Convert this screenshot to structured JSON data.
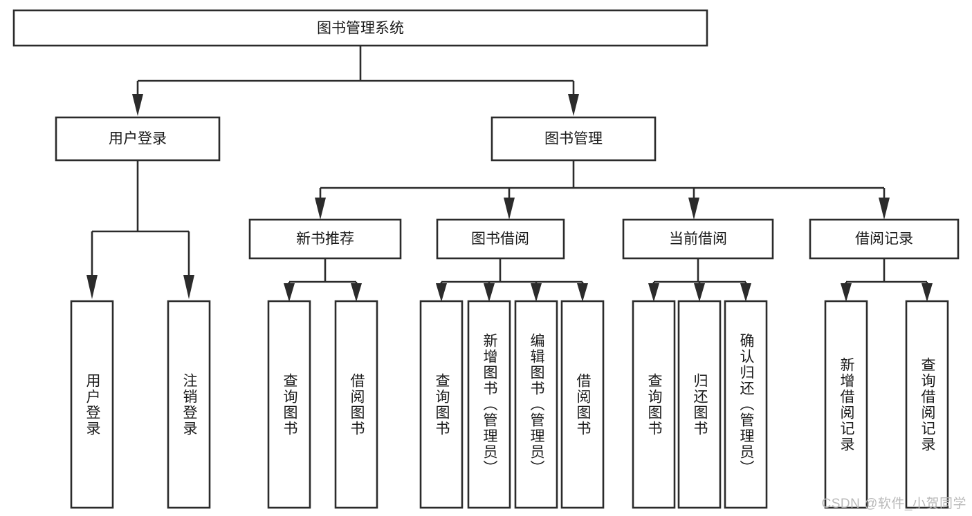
{
  "diagram": {
    "type": "tree-hierarchy",
    "title": "图书管理系统",
    "watermark": "CSDN @软件_小贺同学",
    "colors": {
      "box_stroke": "#2b2b2b",
      "box_fill": "#ffffff",
      "text": "#1a1a1a",
      "background": "#ffffff",
      "watermark": "#b9b9b9"
    },
    "levels": {
      "root": {
        "label": "图书管理系统"
      },
      "level2": [
        {
          "label": "用户登录"
        },
        {
          "label": "图书管理"
        }
      ],
      "level3": [
        {
          "label": "新书推荐"
        },
        {
          "label": "图书借阅"
        },
        {
          "label": "当前借阅"
        },
        {
          "label": "借阅记录"
        }
      ],
      "leaves": [
        {
          "label": "用户登录",
          "parent": "用户登录"
        },
        {
          "label": "注销登录",
          "parent": "用户登录"
        },
        {
          "label": "查询图书",
          "parent": "新书推荐"
        },
        {
          "label": "借阅图书",
          "parent": "新书推荐"
        },
        {
          "label": "查询图书",
          "parent": "图书借阅"
        },
        {
          "label": "新增图书（管理员）",
          "parent": "图书借阅"
        },
        {
          "label": "编辑图书（管理员）",
          "parent": "图书借阅"
        },
        {
          "label": "借阅图书",
          "parent": "图书借阅"
        },
        {
          "label": "查询图书",
          "parent": "当前借阅"
        },
        {
          "label": "归还图书",
          "parent": "当前借阅"
        },
        {
          "label": "确认归还（管理员）",
          "parent": "当前借阅"
        },
        {
          "label": "新增借阅记录",
          "parent": "借阅记录"
        },
        {
          "label": "查询借阅记录",
          "parent": "借阅记录"
        }
      ]
    }
  }
}
